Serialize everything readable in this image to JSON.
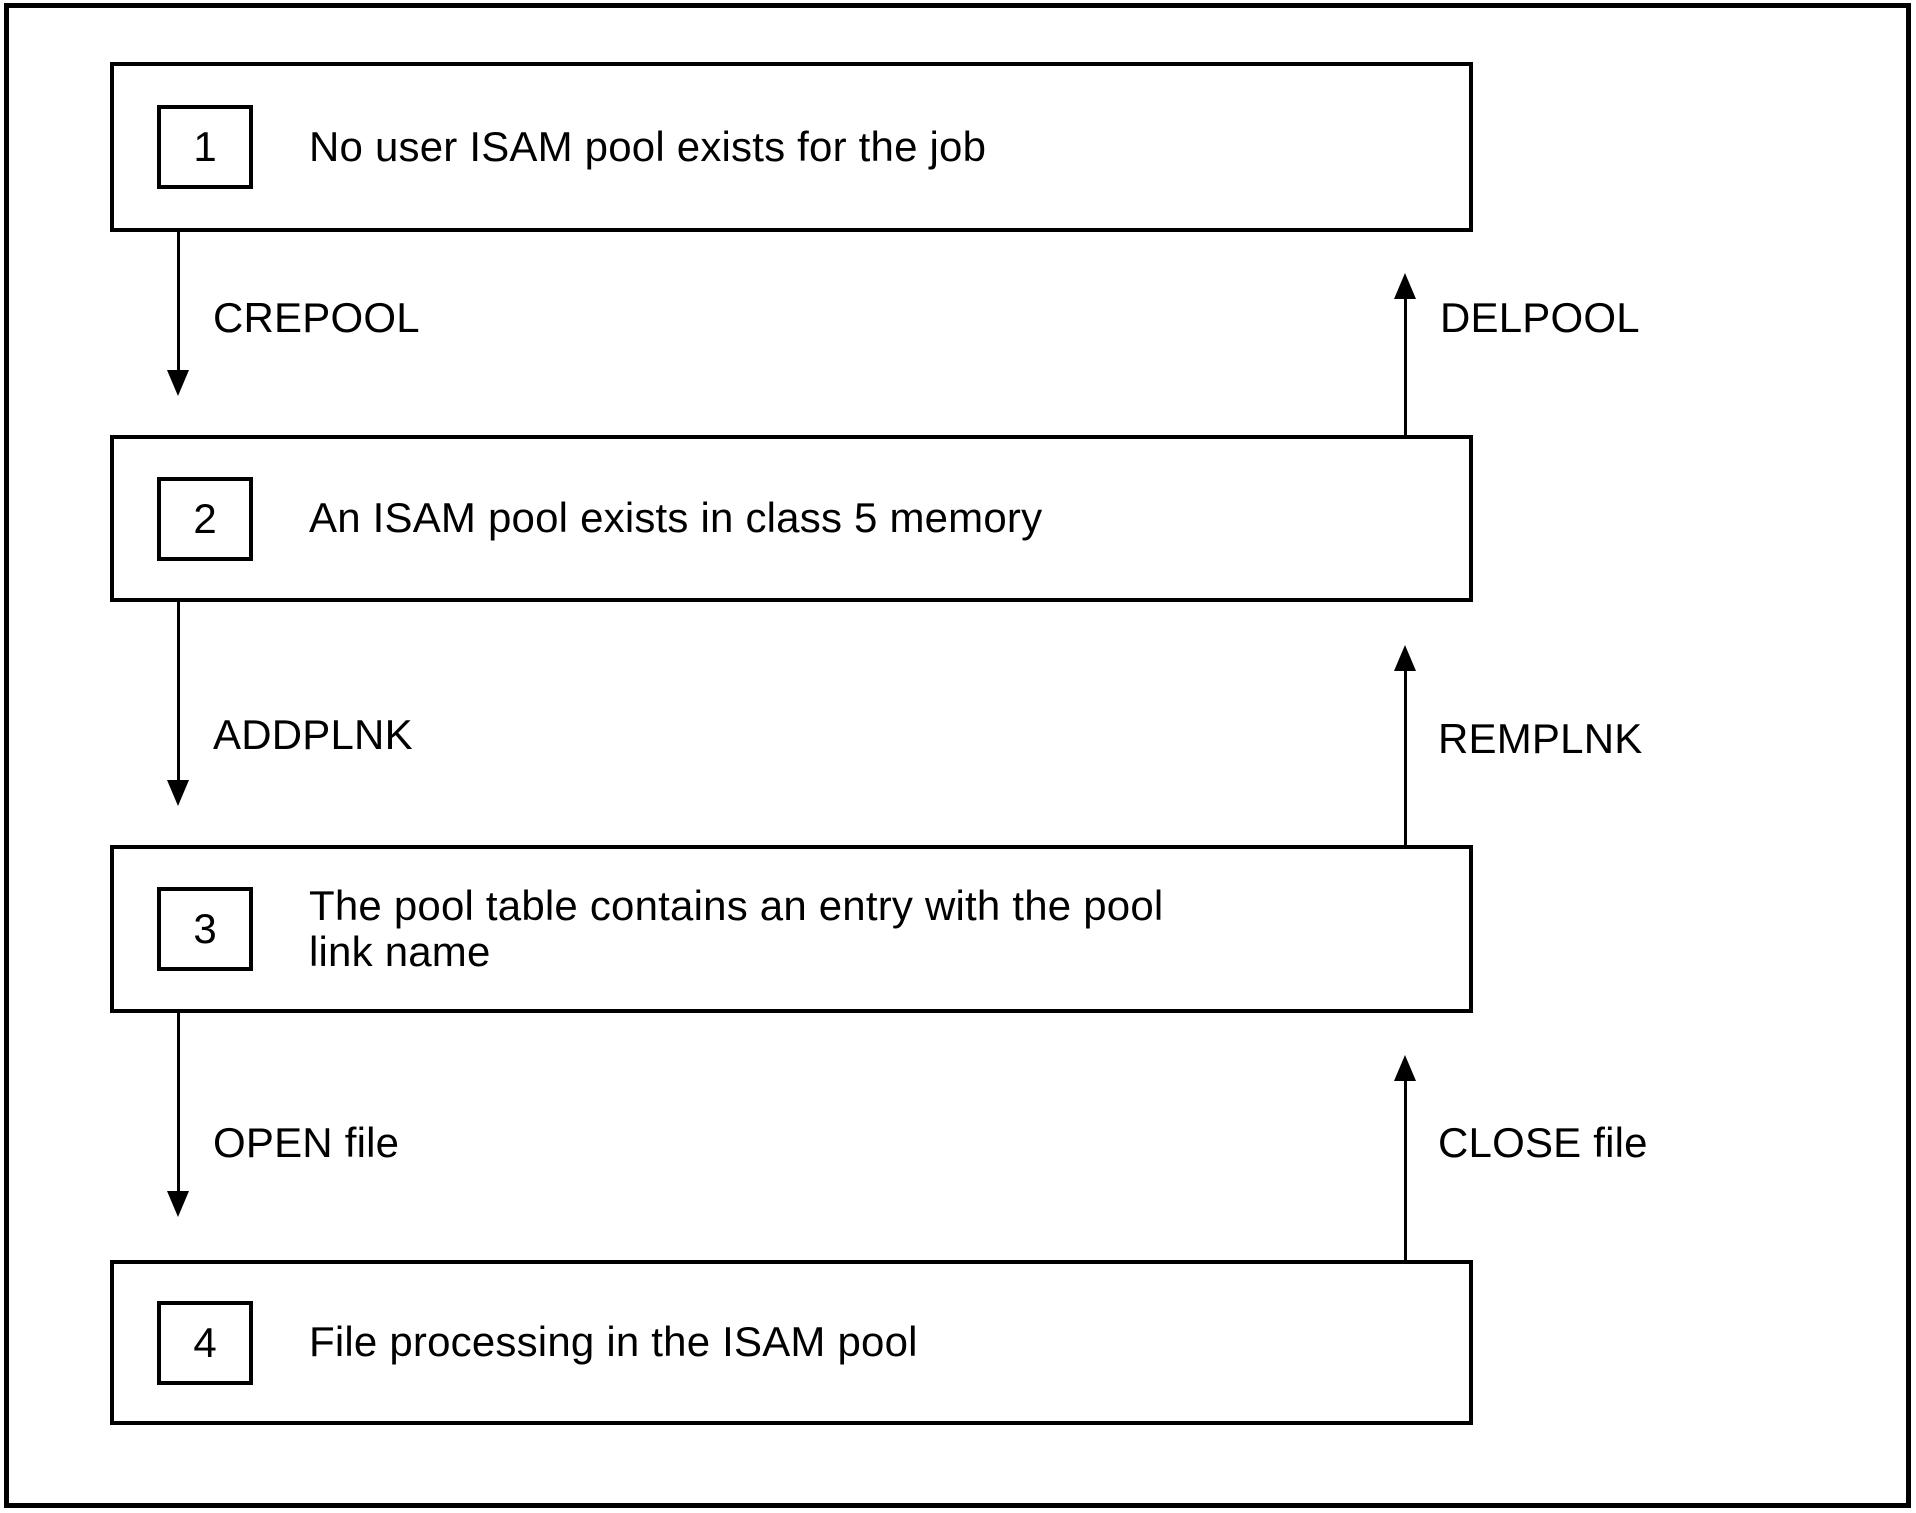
{
  "diagram": {
    "states": [
      {
        "number": "1",
        "label": "No user ISAM pool exists for the job"
      },
      {
        "number": "2",
        "label": "An ISAM pool exists in class 5 memory"
      },
      {
        "number": "3",
        "label": "The pool table contains an entry with the pool\nlink name"
      },
      {
        "number": "4",
        "label": "File processing in the ISAM pool"
      }
    ],
    "transitions": {
      "forward": [
        {
          "label": "CREPOOL",
          "from": "1",
          "to": "2"
        },
        {
          "label": "ADDPLNK",
          "from": "2",
          "to": "3"
        },
        {
          "label": "OPEN file",
          "from": "3",
          "to": "4"
        }
      ],
      "backward": [
        {
          "label": "DELPOOL",
          "from": "2",
          "to": "1"
        },
        {
          "label": "REMPLNK",
          "from": "3",
          "to": "2"
        },
        {
          "label": "CLOSE file",
          "from": "4",
          "to": "3"
        }
      ]
    },
    "colors": {
      "ink": "#000000",
      "background": "#ffffff"
    }
  }
}
